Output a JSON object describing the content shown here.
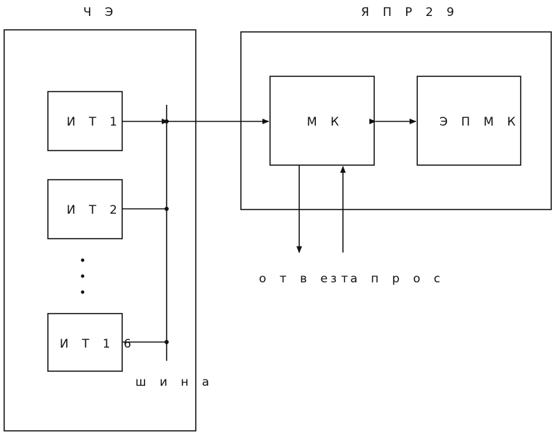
{
  "che": {
    "title": "Ч Э"
  },
  "yapr": {
    "title": "Я П Р 2 9"
  },
  "it_blocks": [
    {
      "label": "И Т 1"
    },
    {
      "label": "И Т 2"
    },
    {
      "label": "И Т 1 6"
    }
  ],
  "mk": {
    "label": "М К"
  },
  "epmk": {
    "label": "Э П М К"
  },
  "bus": {
    "label": "ш и н а"
  },
  "signals": {
    "answer": "о т в е т",
    "request": "з а п р о с"
  }
}
